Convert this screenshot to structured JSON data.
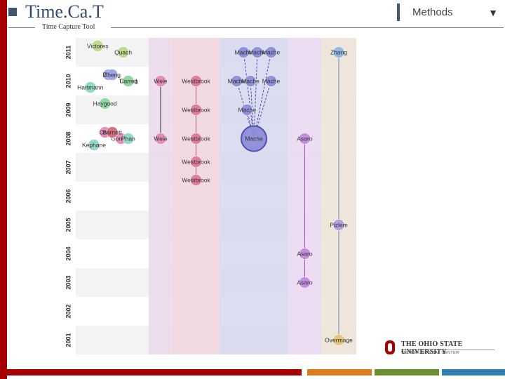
{
  "header": {
    "title": "Time.Ca.T",
    "subtitle": "Time Capture Tool"
  },
  "methods_dropdown": {
    "label": "Methods",
    "arrow": "▼"
  },
  "colors": {
    "brand_red": "#a50000",
    "title_blue": "#2d4a6c",
    "column_colors": [
      "#eeeeee",
      "#ead7ea",
      "#eed4dd",
      "#d6d7ee",
      "#ead7f0",
      "#ece2d6"
    ]
  },
  "timeline": {
    "years": [
      "2011",
      "2010",
      "2009",
      "2008",
      "2007",
      "2006",
      "2005",
      "2004",
      "2003",
      "2002",
      "2001"
    ]
  },
  "nodes": [
    {
      "label": "Victores",
      "color": "#b9d88a",
      "year": "2011",
      "col": 0,
      "offset": 0.3
    },
    {
      "label": "Quach",
      "color": "#b9d88a",
      "year": "2011",
      "col": 0,
      "offset": 0.65
    },
    {
      "label": "Devi",
      "color": "#9aa4e6",
      "year": "2010",
      "col": 0,
      "offset": 0.45
    },
    {
      "label": "Tipping",
      "color": "#cfd488",
      "year": "2010",
      "col": 0,
      "offset": 0.72
    },
    {
      "label": "Hartmann",
      "color": "#8fd6c8",
      "year": "2010",
      "col": 0,
      "offset": 0.2
    },
    {
      "label": "Zheng",
      "color": "#9aa4e6",
      "year": "2010",
      "col": 0,
      "offset": 0.5
    },
    {
      "label": "Carrell",
      "color": "#8fd6a0",
      "year": "2010",
      "col": 0,
      "offset": 0.72
    },
    {
      "label": "Haygood",
      "color": "#8fd6a0",
      "year": "2009",
      "col": 0,
      "offset": 0.4
    },
    {
      "label": "Chu",
      "color": "#e48ab6",
      "year": "2008",
      "col": 0,
      "offset": 0.4
    },
    {
      "label": "Gordon",
      "color": "#e48ab6",
      "year": "2008",
      "col": 0,
      "offset": 0.62
    },
    {
      "label": "Kephane",
      "color": "#8fd6c8",
      "year": "2008",
      "col": 0,
      "offset": 0.25
    },
    {
      "label": "Barnett",
      "color": "#d46a7a",
      "year": "2008",
      "col": 0,
      "offset": 0.5
    },
    {
      "label": "Phan",
      "color": "#8fd6c8",
      "year": "2008",
      "col": 0,
      "offset": 0.72
    },
    {
      "label": "Weie",
      "color": "#e48ab6",
      "year": "2010",
      "col": 1,
      "offset": 0.5
    },
    {
      "label": "Weie",
      "color": "#e48ab6",
      "year": "2008",
      "col": 1,
      "offset": 0.5
    },
    {
      "label": "Westbrook",
      "color": "#e07a9a",
      "year": "2010",
      "col": 2,
      "offset": 0.5
    },
    {
      "label": "Westbrook",
      "color": "#e07a9a",
      "year": "2009",
      "col": 2,
      "offset": 0.5
    },
    {
      "label": "Westbrook",
      "color": "#e07a9a",
      "year": "2008",
      "col": 2,
      "offset": 0.5
    },
    {
      "label": "Westbrook",
      "color": "#e07a9a",
      "year": "2007",
      "col": 2,
      "offset": 0.5
    },
    {
      "label": "Westbrook",
      "color": "#e07a9a",
      "year": "2007",
      "col": 2,
      "offset": 0.5
    },
    {
      "label": "Mache",
      "color": "#8d8ed8",
      "year": "2011",
      "col": 3,
      "offset": 0.35
    },
    {
      "label": "Mache",
      "color": "#8d8ed8",
      "year": "2011",
      "col": 3,
      "offset": 0.55
    },
    {
      "label": "Mache",
      "color": "#8d8ed8",
      "year": "2011",
      "col": 3,
      "offset": 0.75
    },
    {
      "label": "Mache",
      "color": "#8d8ed8",
      "year": "2010",
      "col": 3,
      "offset": 0.25
    },
    {
      "label": "Mache",
      "color": "#8d8ed8",
      "year": "2010",
      "col": 3,
      "offset": 0.45
    },
    {
      "label": "Mache",
      "color": "#8d8ed8",
      "year": "2010",
      "col": 3,
      "offset": 0.75
    },
    {
      "label": "Mache",
      "color": "#8d8ed8",
      "year": "2009",
      "col": 3,
      "offset": 0.4
    },
    {
      "label": "Mache",
      "color": "#8d8ed8",
      "year": "2008",
      "col": 3,
      "offset": 0.5,
      "big": true
    },
    {
      "label": "Asaro",
      "color": "#c48ae0",
      "year": "2008",
      "col": 4,
      "offset": 0.5
    },
    {
      "label": "Asaro",
      "color": "#c48ae0",
      "year": "2004",
      "col": 4,
      "offset": 0.5
    },
    {
      "label": "Asaro",
      "color": "#c48ae0",
      "year": "2003",
      "col": 4,
      "offset": 0.5
    },
    {
      "label": "Zhang",
      "color": "#8fb8e6",
      "year": "2011",
      "col": 5,
      "offset": 0.5
    },
    {
      "label": "Pizlem",
      "color": "#b89ae0",
      "year": "2005",
      "col": 5,
      "offset": 0.5
    },
    {
      "label": "Overmage",
      "color": "#e6c47a",
      "year": "2001",
      "col": 5,
      "offset": 0.5
    }
  ],
  "footer": {
    "university_name": "THE OHIO STATE UNIVERSITY",
    "center_name": "WEXNER MEDICAL CENTER",
    "bar_colors": [
      "#a50000",
      "#e07a1f",
      "#6a8f2f",
      "#2f7fb5"
    ]
  }
}
